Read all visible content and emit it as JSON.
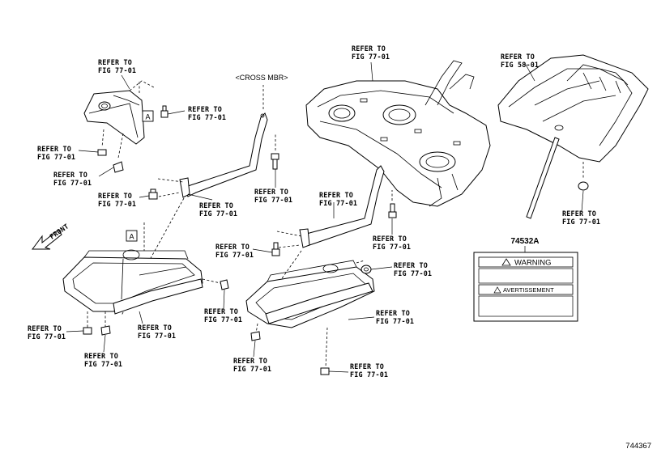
{
  "callouts": [
    {
      "id": "c1",
      "line1": "REFER TO",
      "line2": "FIG 77-01"
    },
    {
      "id": "c2",
      "line1": "REFER TO",
      "line2": "FIG 77-01"
    },
    {
      "id": "c3",
      "line1": "REFER TO",
      "line2": "FIG 77-01"
    },
    {
      "id": "c4",
      "line1": "REFER TO",
      "line2": "FIG 77-01"
    },
    {
      "id": "c5",
      "line1": "REFER TO",
      "line2": "FIG 77-01"
    },
    {
      "id": "c6",
      "line1": "REFER TO",
      "line2": "FIG 77-01"
    },
    {
      "id": "c7",
      "line1": "REFER TO",
      "line2": "FIG 77-01"
    },
    {
      "id": "c8",
      "line1": "REFER TO",
      "line2": "FIG 77-01"
    },
    {
      "id": "c9",
      "line1": "REFER TO",
      "line2": "FIG 77-01"
    },
    {
      "id": "c10",
      "line1": "REFER TO",
      "line2": "FIG 77-01"
    },
    {
      "id": "c11",
      "line1": "REFER TO",
      "line2": "FIG 77-01"
    },
    {
      "id": "c12",
      "line1": "REFER TO",
      "line2": "FIG 77-01"
    },
    {
      "id": "c13",
      "line1": "REFER TO",
      "line2": "FIG 77-01"
    },
    {
      "id": "c14",
      "line1": "REFER TO",
      "line2": "FIG 77-01"
    },
    {
      "id": "c15",
      "line1": "REFER TO",
      "line2": "FIG 77-01"
    },
    {
      "id": "c16",
      "line1": "REFER TO",
      "line2": "FIG 77-01"
    },
    {
      "id": "c17",
      "line1": "REFER TO",
      "line2": "FIG 77-01"
    },
    {
      "id": "c18",
      "line1": "REFER TO",
      "line2": "FIG 77-01"
    },
    {
      "id": "c19",
      "line1": "REFER TO",
      "line2": "FIG 77-01"
    },
    {
      "id": "c20",
      "line1": "REFER TO",
      "line2": "FIG 58-01"
    }
  ],
  "cross_member_label": "<CROSS MBR>",
  "front_label": "FRONT",
  "marker_a": "A",
  "label_part_number": "74532A",
  "warning_text": "WARNING",
  "avertissement_text": "AVERTISSEMENT",
  "diagram_number": "744367"
}
